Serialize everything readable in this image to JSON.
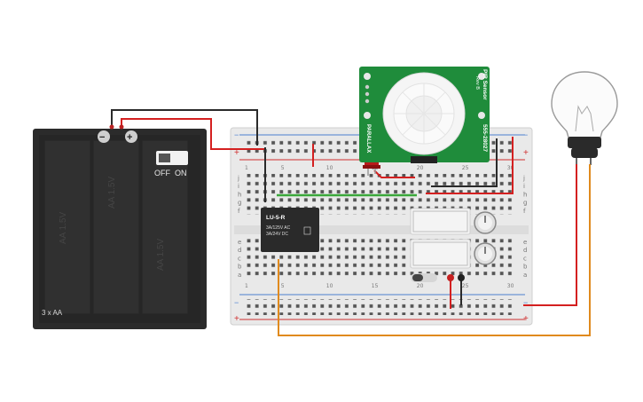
{
  "battery": {
    "switch_off": "OFF",
    "switch_on": "ON",
    "cell_label": "AA 1.5V",
    "pack_label": "3 x AA",
    "minus": "−",
    "plus": "+"
  },
  "relay": {
    "name": "LU-5-R",
    "spec_line1": "3A/125V AC",
    "spec_line2": "3A/24V DC"
  },
  "pir": {
    "title": "PIR Sensor",
    "rev": "Rev B",
    "part": "555-28027",
    "brand": "PARALLAX"
  },
  "breadboard": {
    "row_letters_top": [
      "j",
      "i",
      "h",
      "g",
      "f"
    ],
    "row_letters_bottom": [
      "e",
      "d",
      "c",
      "b",
      "a"
    ],
    "plus": "+",
    "minus": "−",
    "column_numbers": [
      "1",
      "5",
      "10",
      "15",
      "20",
      "25",
      "30"
    ]
  },
  "colors": {
    "wire_red": "#d42020",
    "wire_black": "#2a2a2a",
    "wire_green": "#3aa83a",
    "wire_orange": "#e08a1e",
    "pir_board": "#1f8c3b",
    "battery_body": "#2b2b2b"
  },
  "icons": [
    "battery-pack-icon",
    "relay-icon",
    "pir-sensor-icon",
    "light-bulb-icon",
    "led-icon",
    "potentiometer-icon"
  ]
}
